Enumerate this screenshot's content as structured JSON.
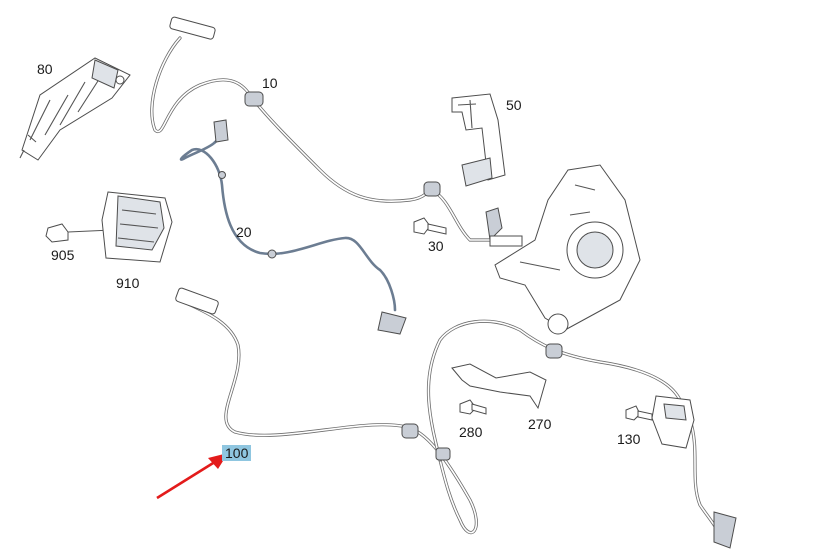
{
  "callouts": {
    "p80": "80",
    "p10": "10",
    "p50": "50",
    "p20": "20",
    "p905": "905",
    "p910": "910",
    "p30": "30",
    "p100": "100",
    "p280": "280",
    "p270": "270",
    "p130": "130"
  },
  "highlight": {
    "part": "100",
    "color": "#8fc6e0",
    "arrow_color": "#e31b1b"
  }
}
